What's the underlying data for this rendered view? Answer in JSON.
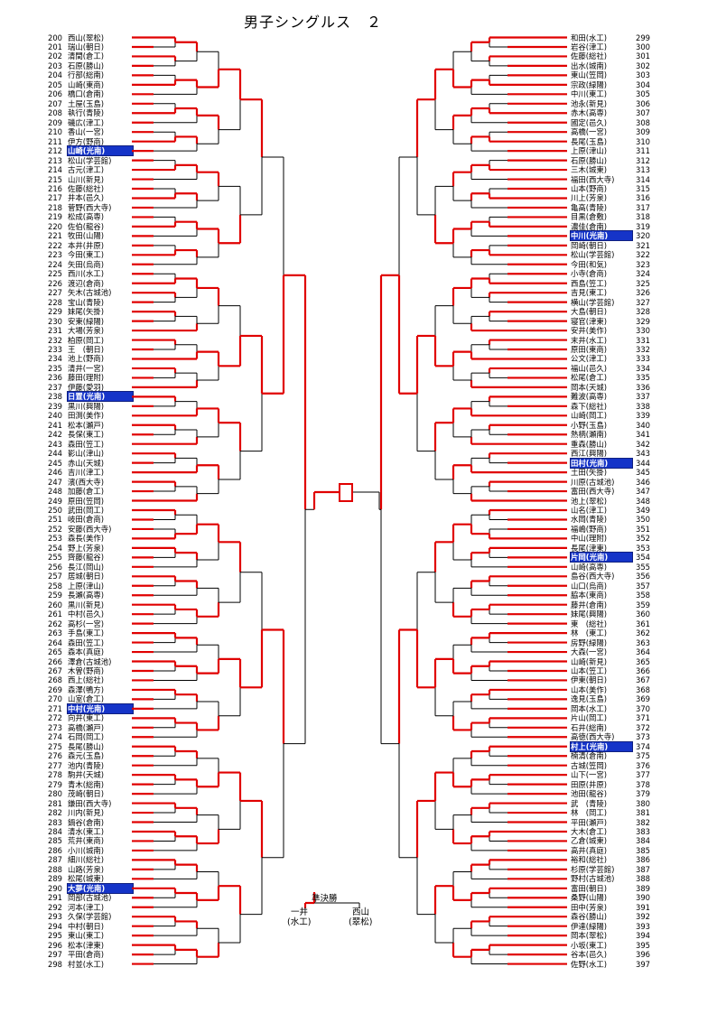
{
  "title": "男子シングルス　２",
  "left": [
    {
      "no": "200",
      "name": "西山(翠松)"
    },
    {
      "no": "201",
      "name": "瑞山(朝日)"
    },
    {
      "no": "202",
      "name": "清間(倉工)"
    },
    {
      "no": "203",
      "name": "石原(勝山)"
    },
    {
      "no": "204",
      "name": "行部(総南)"
    },
    {
      "no": "205",
      "name": "山崎(東商)"
    },
    {
      "no": "206",
      "name": "橋口(倉南)"
    },
    {
      "no": "207",
      "name": "土屋(玉島)"
    },
    {
      "no": "208",
      "name": "執行(青陵)"
    },
    {
      "no": "209",
      "name": "磯広(津工)"
    },
    {
      "no": "210",
      "name": "香山(一宮)"
    },
    {
      "no": "211",
      "name": "伊方(野商)"
    },
    {
      "no": "212",
      "name": "山崎(光南)",
      "seed": true
    },
    {
      "no": "213",
      "name": "松山(学芸館)"
    },
    {
      "no": "214",
      "name": "古元(津工)"
    },
    {
      "no": "215",
      "name": "山川(新見)"
    },
    {
      "no": "216",
      "name": "佐藤(総社)"
    },
    {
      "no": "217",
      "name": "井本(邑久)"
    },
    {
      "no": "218",
      "name": "菅野(西大寺)"
    },
    {
      "no": "219",
      "name": "松成(高専)"
    },
    {
      "no": "220",
      "name": "佐伯(龍谷)"
    },
    {
      "no": "221",
      "name": "牧田(山陽)"
    },
    {
      "no": "222",
      "name": "本井(井原)"
    },
    {
      "no": "223",
      "name": "今田(東工)"
    },
    {
      "no": "224",
      "name": "矢田(烏商)"
    },
    {
      "no": "225",
      "name": "西川(水工)"
    },
    {
      "no": "226",
      "name": "渡辺(倉商)"
    },
    {
      "no": "227",
      "name": "矢木(古城池)"
    },
    {
      "no": "228",
      "name": "宝山(青陵)"
    },
    {
      "no": "229",
      "name": "妹尾(矢掛)"
    },
    {
      "no": "230",
      "name": "安東(緑陽)"
    },
    {
      "no": "231",
      "name": "大場(芳泉)"
    },
    {
      "no": "232",
      "name": "柏原(岡工)"
    },
    {
      "no": "233",
      "name": "王　(朝日)"
    },
    {
      "no": "234",
      "name": "池上(野商)"
    },
    {
      "no": "235",
      "name": "清井(一宮)"
    },
    {
      "no": "236",
      "name": "藤田(理附)"
    },
    {
      "no": "237",
      "name": "伊藤(愛羽)"
    },
    {
      "no": "238",
      "name": "日置(光南)",
      "seed": true
    },
    {
      "no": "239",
      "name": "黒川(興陽)"
    },
    {
      "no": "240",
      "name": "田渕(美作)"
    },
    {
      "no": "241",
      "name": "松本(瀬戸)"
    },
    {
      "no": "242",
      "name": "長保(東工)"
    },
    {
      "no": "243",
      "name": "森田(笠工)"
    },
    {
      "no": "244",
      "name": "影山(津山)"
    },
    {
      "no": "245",
      "name": "赤山(天城)"
    },
    {
      "no": "246",
      "name": "吉川(津工)"
    },
    {
      "no": "247",
      "name": "濱(西大寺)"
    },
    {
      "no": "248",
      "name": "加藤(倉工)"
    },
    {
      "no": "249",
      "name": "原田(笠岡)"
    },
    {
      "no": "250",
      "name": "武田(岡工)"
    },
    {
      "no": "251",
      "name": "岐田(倉商)"
    },
    {
      "no": "252",
      "name": "安藤(西大寺)"
    },
    {
      "no": "253",
      "name": "森長(美作)"
    },
    {
      "no": "254",
      "name": "野上(芳泉)"
    },
    {
      "no": "255",
      "name": "齊藤(龍谷)"
    },
    {
      "no": "256",
      "name": "長江(岡山)"
    },
    {
      "no": "257",
      "name": "居城(朝日)"
    },
    {
      "no": "258",
      "name": "上原(津山)"
    },
    {
      "no": "259",
      "name": "長瀬(高専)"
    },
    {
      "no": "260",
      "name": "黒川(新見)"
    },
    {
      "no": "261",
      "name": "中村(邑久)"
    },
    {
      "no": "262",
      "name": "高杉(一宮)"
    },
    {
      "no": "263",
      "name": "手島(東工)"
    },
    {
      "no": "264",
      "name": "森田(笠工)"
    },
    {
      "no": "265",
      "name": "森本(真庭)"
    },
    {
      "no": "266",
      "name": "澤倉(古城池)"
    },
    {
      "no": "267",
      "name": "木曽(野商)"
    },
    {
      "no": "268",
      "name": "西上(総社)"
    },
    {
      "no": "269",
      "name": "森澤(鴨方)"
    },
    {
      "no": "270",
      "name": "山室(倉工)"
    },
    {
      "no": "271",
      "name": "中村(光南)",
      "seed": true
    },
    {
      "no": "272",
      "name": "向井(東工)"
    },
    {
      "no": "273",
      "name": "高橋(瀬戸)"
    },
    {
      "no": "274",
      "name": "石岡(岡工)"
    },
    {
      "no": "275",
      "name": "長尾(勝山)"
    },
    {
      "no": "276",
      "name": "森元(玉島)"
    },
    {
      "no": "277",
      "name": "池内(青陵)"
    },
    {
      "no": "278",
      "name": "駒井(天城)"
    },
    {
      "no": "279",
      "name": "青木(総南)"
    },
    {
      "no": "280",
      "name": "茂崎(朝日)"
    },
    {
      "no": "281",
      "name": "鎌田(西大寺)"
    },
    {
      "no": "282",
      "name": "川内(新見)"
    },
    {
      "no": "283",
      "name": "鍋谷(倉南)"
    },
    {
      "no": "284",
      "name": "清水(東工)"
    },
    {
      "no": "285",
      "name": "荒井(東商)"
    },
    {
      "no": "286",
      "name": "小川(城南)"
    },
    {
      "no": "287",
      "name": "細川(総社)"
    },
    {
      "no": "288",
      "name": "山路(芳泉)"
    },
    {
      "no": "289",
      "name": "松尾(城東)"
    },
    {
      "no": "290",
      "name": "大夢(光南)",
      "seed": true
    },
    {
      "no": "291",
      "name": "岡部(古城池)"
    },
    {
      "no": "292",
      "name": "河本(津工)"
    },
    {
      "no": "293",
      "name": "久保(学芸館)"
    },
    {
      "no": "294",
      "name": "中村(朝日)"
    },
    {
      "no": "295",
      "name": "東山(東工)"
    },
    {
      "no": "296",
      "name": "松本(津東)"
    },
    {
      "no": "297",
      "name": "平田(倉商)"
    },
    {
      "no": "298",
      "name": "村並(水工)"
    }
  ],
  "right": [
    {
      "no": "299",
      "name": "和田(水工)"
    },
    {
      "no": "300",
      "name": "岩谷(津工)"
    },
    {
      "no": "301",
      "name": "佐藤(総社)"
    },
    {
      "no": "302",
      "name": "出水(城南)"
    },
    {
      "no": "303",
      "name": "東山(笠岡)"
    },
    {
      "no": "304",
      "name": "宗政(緑陽)"
    },
    {
      "no": "305",
      "name": "中川(東工)"
    },
    {
      "no": "306",
      "name": "池永(新見)"
    },
    {
      "no": "307",
      "name": "赤木(高専)"
    },
    {
      "no": "308",
      "name": "國定(邑久)"
    },
    {
      "no": "309",
      "name": "高橋(一宮)"
    },
    {
      "no": "310",
      "name": "長尾(玉島)"
    },
    {
      "no": "311",
      "name": "上原(津山)"
    },
    {
      "no": "312",
      "name": "石原(勝山)"
    },
    {
      "no": "313",
      "name": "三木(城東)"
    },
    {
      "no": "314",
      "name": "福田(西大寺)"
    },
    {
      "no": "315",
      "name": "山本(野商)"
    },
    {
      "no": "316",
      "name": "川上(芳泉)"
    },
    {
      "no": "317",
      "name": "亀高(青陵)"
    },
    {
      "no": "318",
      "name": "目黒(倉敷)"
    },
    {
      "no": "319",
      "name": "濃佳(倉南)"
    },
    {
      "no": "320",
      "name": "中川(光南)",
      "seed": true
    },
    {
      "no": "321",
      "name": "岡崎(朝日)"
    },
    {
      "no": "322",
      "name": "松山(学芸館)"
    },
    {
      "no": "323",
      "name": "今田(和気)"
    },
    {
      "no": "324",
      "name": "小寺(倉商)"
    },
    {
      "no": "325",
      "name": "西島(笠工)"
    },
    {
      "no": "326",
      "name": "吉見(東工)"
    },
    {
      "no": "327",
      "name": "横山(学芸館)"
    },
    {
      "no": "328",
      "name": "大島(朝日)"
    },
    {
      "no": "329",
      "name": "寝官(津東)"
    },
    {
      "no": "330",
      "name": "安井(美作)"
    },
    {
      "no": "331",
      "name": "末井(水工)"
    },
    {
      "no": "332",
      "name": "原田(東商)"
    },
    {
      "no": "333",
      "name": "公文(津工)"
    },
    {
      "no": "334",
      "name": "福山(邑久)"
    },
    {
      "no": "335",
      "name": "松尾(倉工)"
    },
    {
      "no": "336",
      "name": "岡本(天城)"
    },
    {
      "no": "337",
      "name": "難波(高専)"
    },
    {
      "no": "338",
      "name": "森下(総社)"
    },
    {
      "no": "339",
      "name": "山崎(岡工)"
    },
    {
      "no": "340",
      "name": "小野(玉島)"
    },
    {
      "no": "341",
      "name": "熱柄(瀬南)"
    },
    {
      "no": "342",
      "name": "重森(勝山)"
    },
    {
      "no": "343",
      "name": "西江(興陽)"
    },
    {
      "no": "344",
      "name": "田村(光南)",
      "seed": true
    },
    {
      "no": "345",
      "name": "土田(矢掛)"
    },
    {
      "no": "346",
      "name": "川原(古城池)"
    },
    {
      "no": "347",
      "name": "富田(西大寺)"
    },
    {
      "no": "348",
      "name": "池上(翠松)"
    },
    {
      "no": "349",
      "name": "山名(津工)"
    },
    {
      "no": "350",
      "name": "水岡(青陵)"
    },
    {
      "no": "351",
      "name": "福嶋(野商)"
    },
    {
      "no": "352",
      "name": "中山(理附)"
    },
    {
      "no": "353",
      "name": "長尾(津東)"
    },
    {
      "no": "354",
      "name": "片岡(光南)",
      "seed": true
    },
    {
      "no": "355",
      "name": "山崎(高専)"
    },
    {
      "no": "356",
      "name": "島谷(西大寺)"
    },
    {
      "no": "357",
      "name": "山口(烏商)"
    },
    {
      "no": "358",
      "name": "脇本(東商)"
    },
    {
      "no": "359",
      "name": "藤井(倉南)"
    },
    {
      "no": "360",
      "name": "妹尾(興陽)"
    },
    {
      "no": "361",
      "name": "東　(総社)"
    },
    {
      "no": "362",
      "name": "林　(東工)"
    },
    {
      "no": "363",
      "name": "房野(緑陽)"
    },
    {
      "no": "364",
      "name": "大森(一宮)"
    },
    {
      "no": "365",
      "name": "山崎(新見)"
    },
    {
      "no": "366",
      "name": "山本(笠工)"
    },
    {
      "no": "367",
      "name": "伊東(朝日)"
    },
    {
      "no": "368",
      "name": "山本(美作)"
    },
    {
      "no": "369",
      "name": "逸見(玉島)"
    },
    {
      "no": "370",
      "name": "岡本(水工)"
    },
    {
      "no": "371",
      "name": "片山(岡工)"
    },
    {
      "no": "372",
      "name": "石井(総南)"
    },
    {
      "no": "373",
      "name": "高徳(西大寺)"
    },
    {
      "no": "374",
      "name": "村上(光南)",
      "seed": true
    },
    {
      "no": "375",
      "name": "楠清(倉南)"
    },
    {
      "no": "376",
      "name": "古城(笠岡)"
    },
    {
      "no": "377",
      "name": "山下(一宮)"
    },
    {
      "no": "378",
      "name": "田原(井原)"
    },
    {
      "no": "379",
      "name": "池田(龍谷)"
    },
    {
      "no": "380",
      "name": "武　(青陵)"
    },
    {
      "no": "381",
      "name": "林　(岡工)"
    },
    {
      "no": "382",
      "name": "平田(瀬戸)"
    },
    {
      "no": "383",
      "name": "大木(倉工)"
    },
    {
      "no": "384",
      "name": "乙倉(城東)"
    },
    {
      "no": "385",
      "name": "高井(真庭)"
    },
    {
      "no": "386",
      "name": "裕和(総社)"
    },
    {
      "no": "387",
      "name": "杉原(学芸館)"
    },
    {
      "no": "388",
      "name": "野村(古城池)"
    },
    {
      "no": "389",
      "name": "富田(朝日)"
    },
    {
      "no": "390",
      "name": "桑野(山陽)"
    },
    {
      "no": "391",
      "name": "田中(芳泉)"
    },
    {
      "no": "392",
      "name": "森谷(勝山)"
    },
    {
      "no": "393",
      "name": "伊達(緑陽)"
    },
    {
      "no": "394",
      "name": "岡本(翠松)"
    },
    {
      "no": "395",
      "name": "小坂(東工)"
    },
    {
      "no": "396",
      "name": "谷本(邑久)"
    },
    {
      "no": "397",
      "name": "佐野(水工)"
    }
  ],
  "final": {
    "label": "準決勝",
    "left_name": "一井",
    "left_school": "(水工)",
    "right_name": "西山",
    "right_school": "(翠松)"
  },
  "colors": {
    "line": "#000000",
    "win": "#e00000",
    "seed_bg": "#1534c8"
  }
}
